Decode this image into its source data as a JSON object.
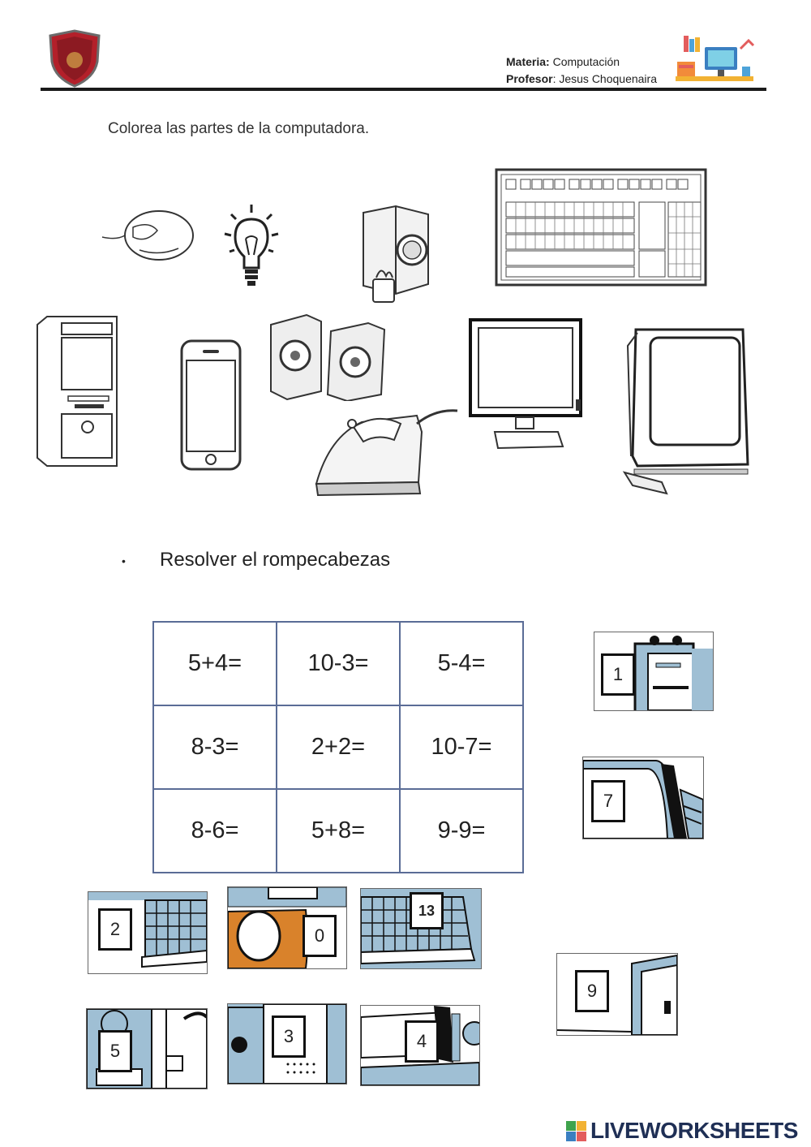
{
  "header": {
    "subject_label": "Materia:",
    "subject_value": "Computación",
    "teacher_label": "Profesor",
    "teacher_value": ": Jesus Choquenaira"
  },
  "section1": {
    "instruction": "Colorea las partes de la computadora."
  },
  "section2": {
    "bullet": "•",
    "instruction": "Resolver  el rompecabezas"
  },
  "puzzle_grid": {
    "rows": [
      [
        "5+4=",
        "10-3=",
        "5-4="
      ],
      [
        "8-3=",
        "2+2=",
        "10-7="
      ],
      [
        "8-6=",
        "5+8=",
        "9-9="
      ]
    ]
  },
  "puzzle_pieces": {
    "p1": "1",
    "p7": "7",
    "p2": "2",
    "p0": "0",
    "p13": "13",
    "p9": "9",
    "p5": "5",
    "p3": "3",
    "p4": "4"
  },
  "footer": {
    "brand": "LIVEWORKSHEETS"
  },
  "colors": {
    "tile_blue": "#9fbfd4",
    "tile_orange": "#d9822b",
    "grid_border": "#5a6c96",
    "shield_red": "#b3202a"
  }
}
